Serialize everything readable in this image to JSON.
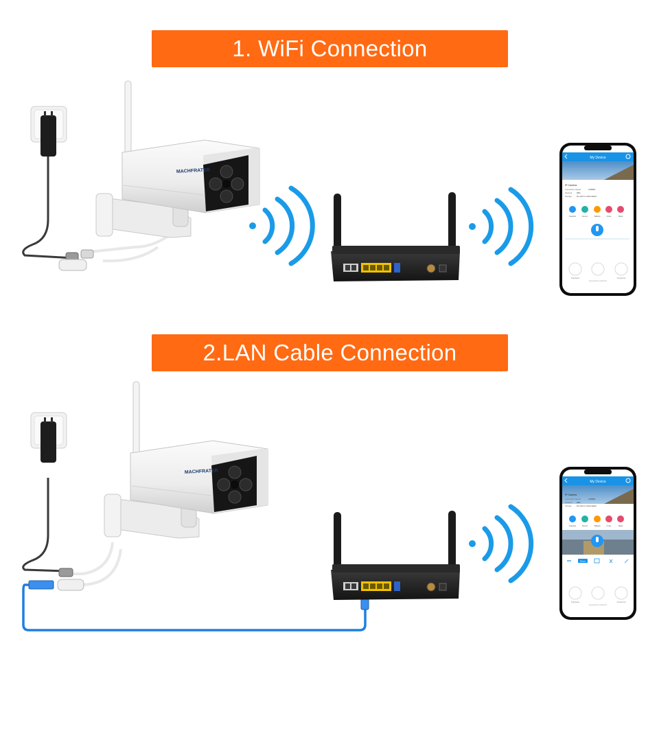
{
  "sections": [
    {
      "title": "1. WiFi Connection"
    },
    {
      "title": "2.LAN Cable Connection"
    }
  ],
  "camera": {
    "brand": "MACHFRATER"
  },
  "phone": {
    "header": "My Device",
    "device_name": "IP Camera",
    "info_rows": [
      {
        "label": "Connection Speed",
        "value": "143KB/s"
      },
      {
        "label": "Network",
        "value": "WiFi"
      },
      {
        "label": "Storage",
        "value": "No card or unformatted"
      }
    ],
    "shortcut_labels": [
      "Snapshot",
      "Record",
      "Talkback",
      "Cruise",
      "Model"
    ],
    "bottom_labels": [
      "Playback",
      "Snapshot"
    ],
    "hint": "Long press to intercom",
    "quality_badge": "Fluent"
  },
  "colors": {
    "banner": "#ff6a13",
    "signal": "#1a9be8",
    "lan_cable": "#1e7fe0",
    "router_port": "#f2c200"
  }
}
